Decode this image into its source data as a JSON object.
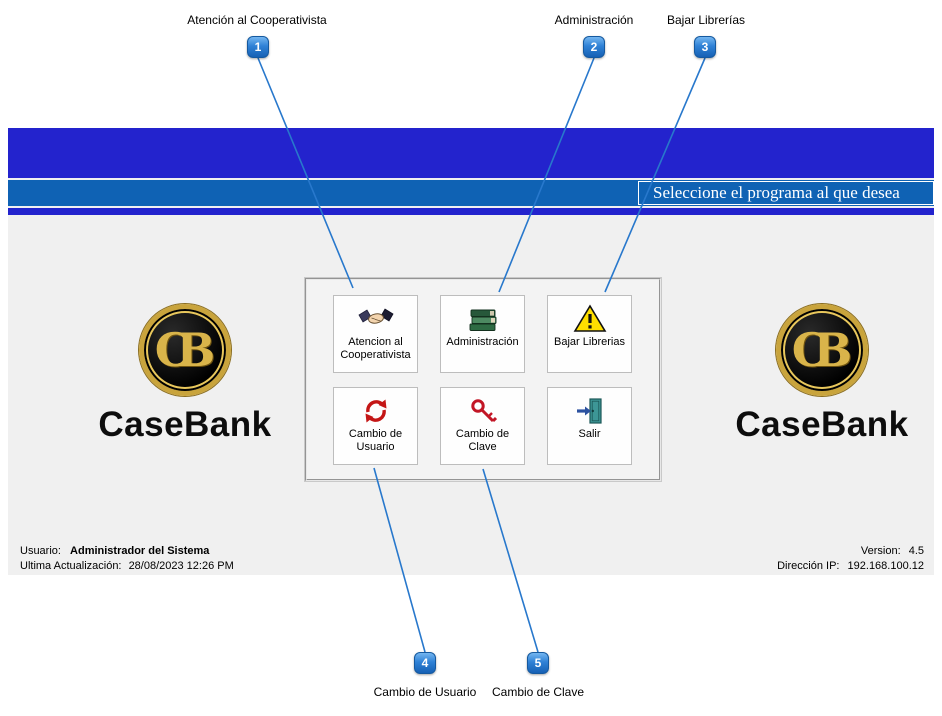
{
  "annotations": {
    "top_labels": [
      "Atención al Cooperativista",
      "Administración",
      "Bajar Librerías"
    ],
    "bottom_labels": [
      "Cambio de Usuario",
      "Cambio de Clave"
    ],
    "badges": [
      "1",
      "2",
      "3",
      "4",
      "5"
    ],
    "callout_color": "#2878cc"
  },
  "window": {
    "prompt": "Seleccione el programa al que desea",
    "logo": {
      "initials": "CB",
      "name": "CaseBank"
    },
    "menu": {
      "buttons": [
        {
          "label": "Atencion al Cooperativista",
          "icon": "handshake-icon"
        },
        {
          "label": "Administración",
          "icon": "books-icon"
        },
        {
          "label": "Bajar Librerias",
          "icon": "warning-icon"
        },
        {
          "label": "Cambio de Usuario",
          "icon": "user-refresh-icon"
        },
        {
          "label": "Cambio de Clave",
          "icon": "key-icon"
        },
        {
          "label": "Salir",
          "icon": "exit-door-icon"
        }
      ]
    },
    "status": {
      "user_label": "Usuario:",
      "user_value": "Administrador del Sistema",
      "updated_label": "Ultima Actualización:",
      "updated_value": "28/08/2023 12:26 PM",
      "version_label": "Version:",
      "version_value": "4.5",
      "ip_label": "Dirección IP:",
      "ip_value": "192.168.100.12"
    }
  }
}
